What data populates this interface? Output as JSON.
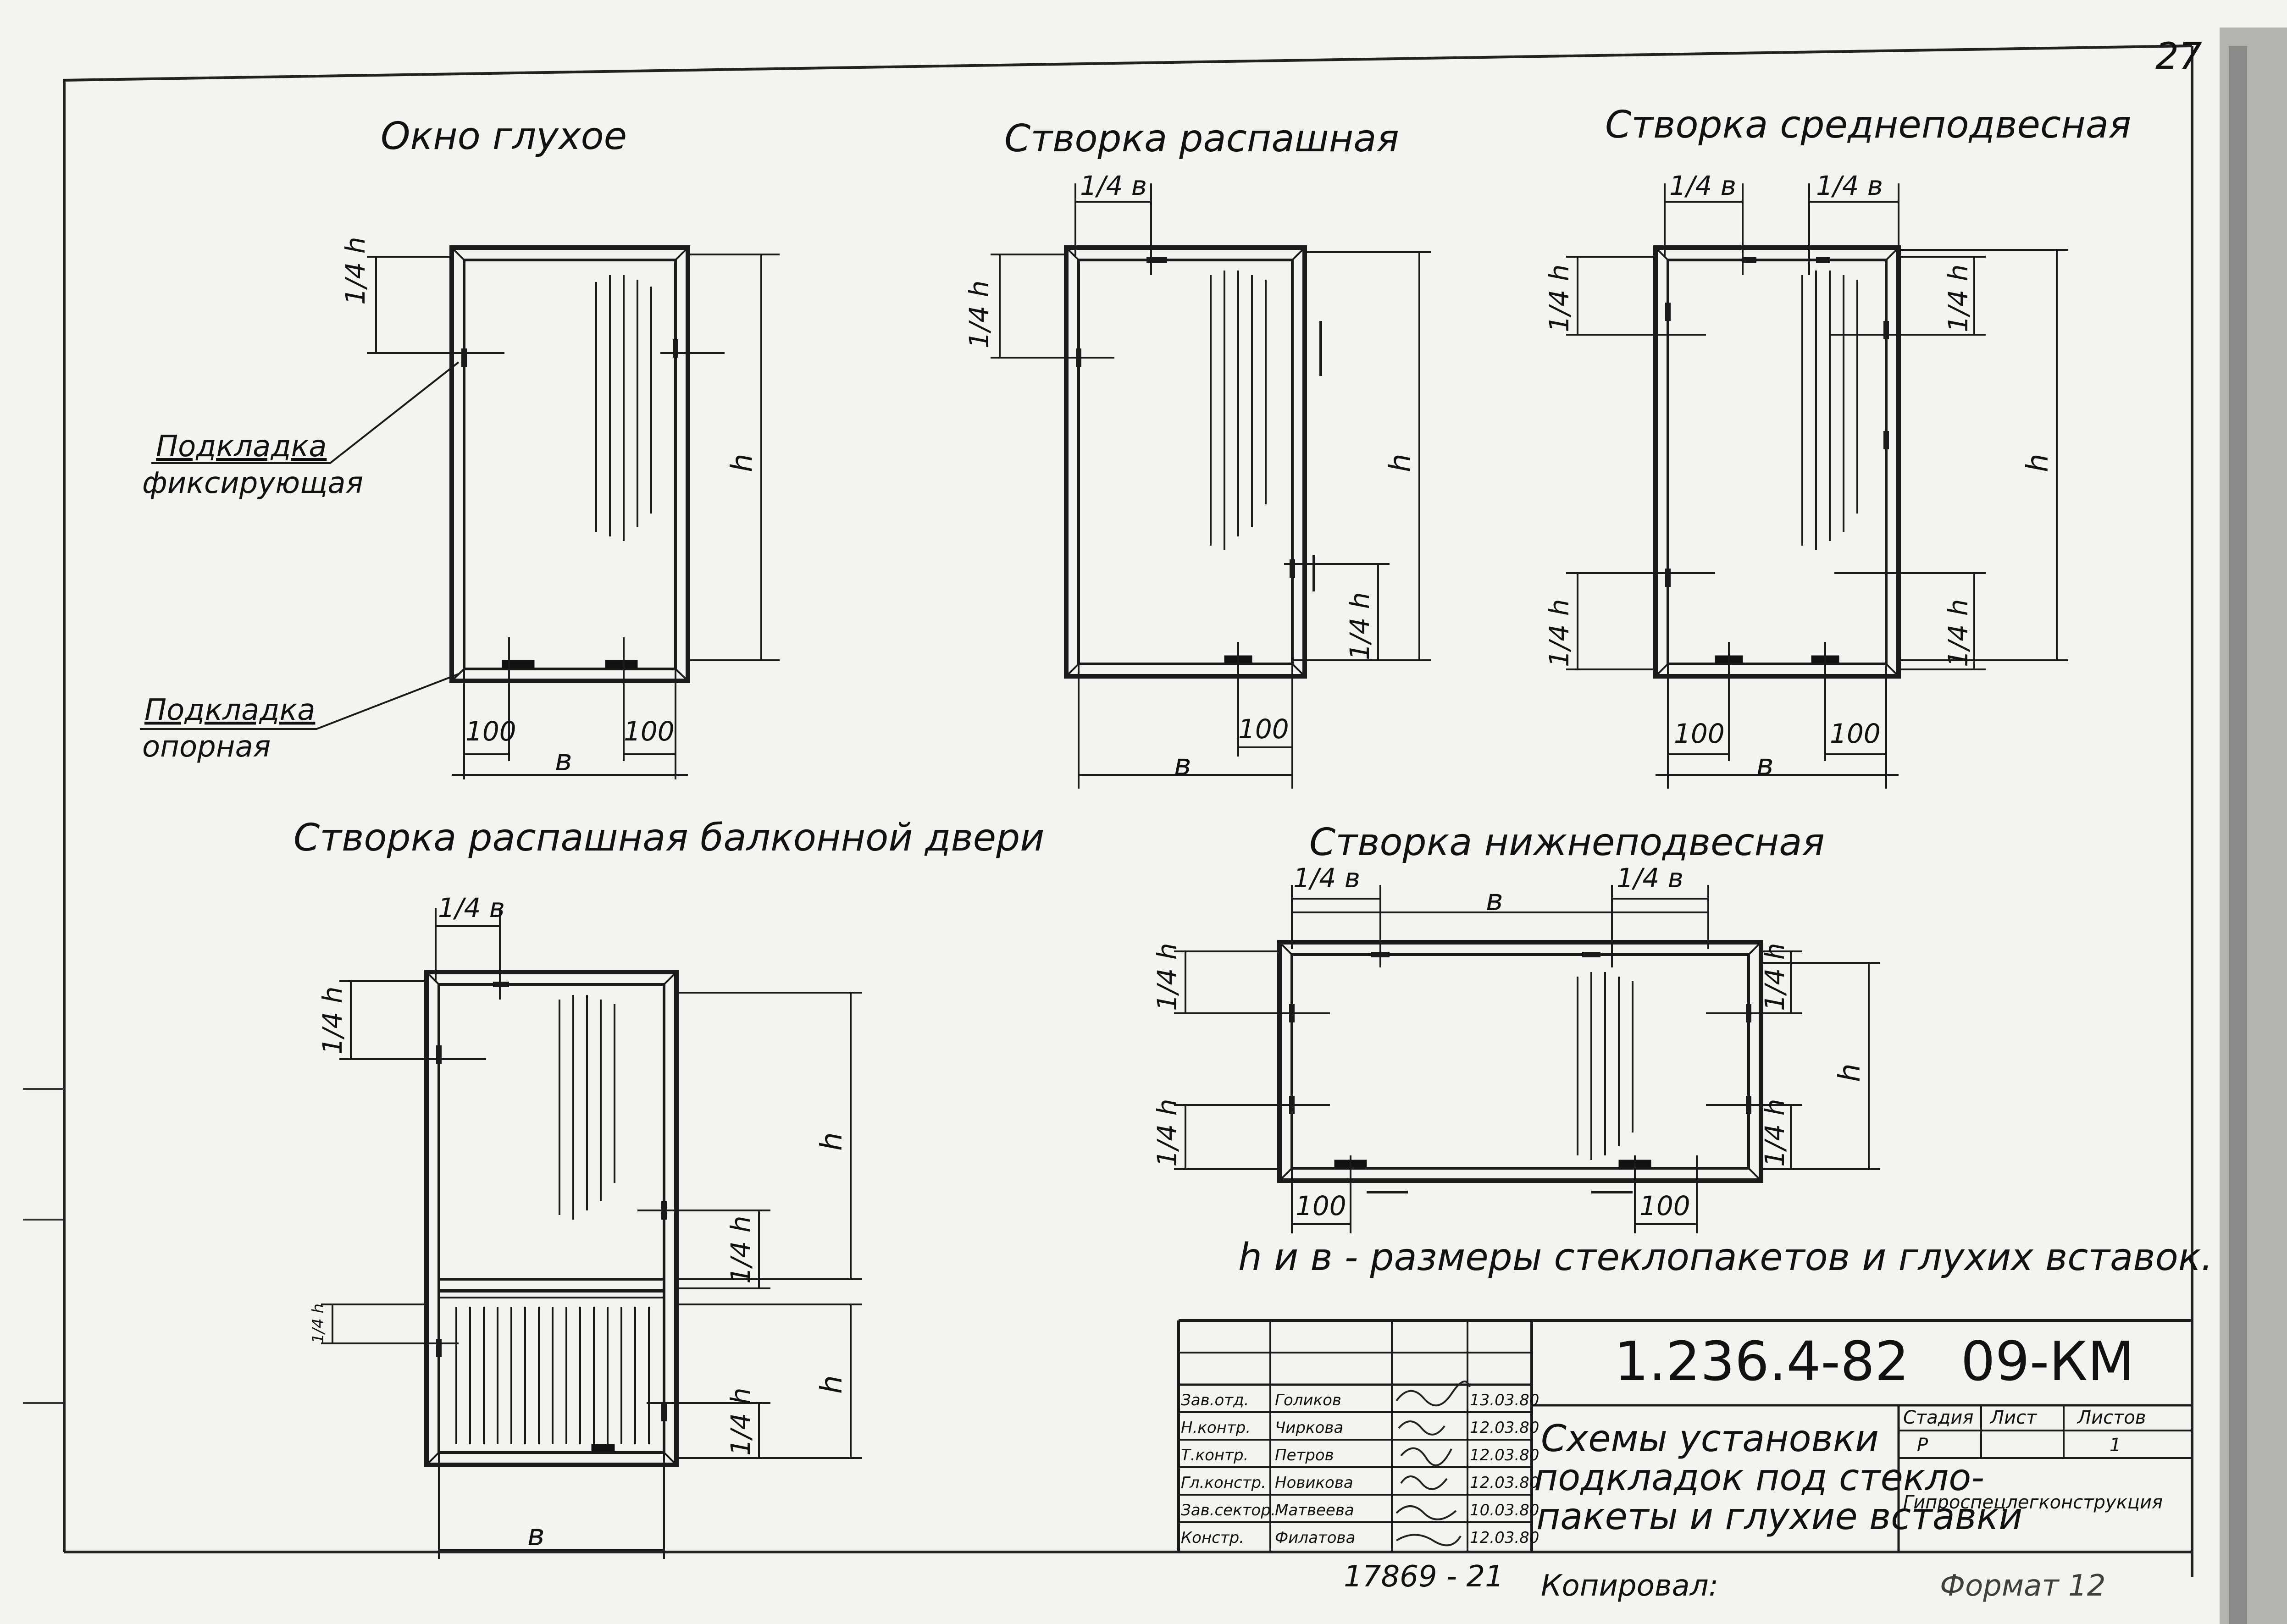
{
  "sheet_number": "27",
  "diagrams": {
    "fixed": {
      "title": "Окно глухое",
      "dim_h_top": "1/4 h",
      "dim_h": "h",
      "dim_100_left": "100",
      "dim_100_right": "100",
      "dim_b": "в"
    },
    "casement": {
      "title": "Створка распашная",
      "dim_b_quarter": "1/4 в",
      "dim_h_top": "1/4 h",
      "dim_h": "h",
      "dim_h_bottom": "1/4 h",
      "dim_100": "100",
      "dim_b": "в"
    },
    "center_pivot": {
      "title": "Створка среднеподвесная",
      "dim_b_quarter_left": "1/4 в",
      "dim_b_quarter_right": "1/4 в",
      "dim_h_tl": "1/4 h",
      "dim_h_tr": "1/4 h",
      "dim_h": "h",
      "dim_h_bl": "1/4 h",
      "dim_h_br": "1/4 h",
      "dim_100_left": "100",
      "dim_100_right": "100",
      "dim_b": "в"
    },
    "balcony_door": {
      "title": "Створка распашная балконной двери",
      "dim_b_quarter": "1/4 в",
      "dim_h_top": "1/4 h",
      "dim_h_upper": "h",
      "dim_h_mid": "1/4 h",
      "dim_h_lower_left": "1/4 h",
      "dim_h_lower": "h",
      "dim_h_lower_right": "1/4 h",
      "dim_b": "в"
    },
    "bottom_hung": {
      "title": "Створка нижнеподвесная",
      "dim_b_quarter_left": "1/4 в",
      "dim_b": "в",
      "dim_b_quarter_right": "1/4 в",
      "dim_h_tl": "1/4 h",
      "dim_h_tr": "1/4 h",
      "dim_h": "h",
      "dim_h_bl": "1/4 h",
      "dim_h_br": "1/4 h",
      "dim_100_left": "100",
      "dim_100_right": "100"
    }
  },
  "labels": {
    "fixing_line1": "Подкладка",
    "fixing_line2": "фиксирующая",
    "support_line1": "Подкладка",
    "support_line2": "опорная"
  },
  "note": "h и в - размеры стеклопакетов и глухих вставок.",
  "title_block": {
    "code": "1.236.4-82   09-КМ",
    "title_line1": "Схемы установки",
    "title_line2": "подкладок под стекло-",
    "title_line3": "пакеты и глухие вставки",
    "stage_header": "Стадия",
    "sheet_header": "Лист",
    "sheets_header": "Листов",
    "stage": "Р",
    "sheet": "",
    "sheets": "1",
    "organization": "Гипроспецлегконструкция",
    "rows": [
      {
        "role": "Зав.отд.",
        "name": "Голиков",
        "sign": "",
        "date": "13.03.80"
      },
      {
        "role": "Н.контр.",
        "name": "Чиркова",
        "sign": "",
        "date": "12.03.80"
      },
      {
        "role": "Т.контр.",
        "name": "Петров",
        "sign": "",
        "date": "12.03.80"
      },
      {
        "role": "Гл.констр.",
        "name": "Новикова",
        "sign": "",
        "date": "12.03.80"
      },
      {
        "role": "Зав.сектор.",
        "name": "Матвеева",
        "sign": "",
        "date": "10.03.80"
      },
      {
        "role": "Констр.",
        "name": "Филатова",
        "sign": "",
        "date": "12.03.80"
      }
    ]
  },
  "footer": {
    "inventory": "17869 - 21",
    "copied": "Копировал:",
    "format": "Формат 12"
  }
}
